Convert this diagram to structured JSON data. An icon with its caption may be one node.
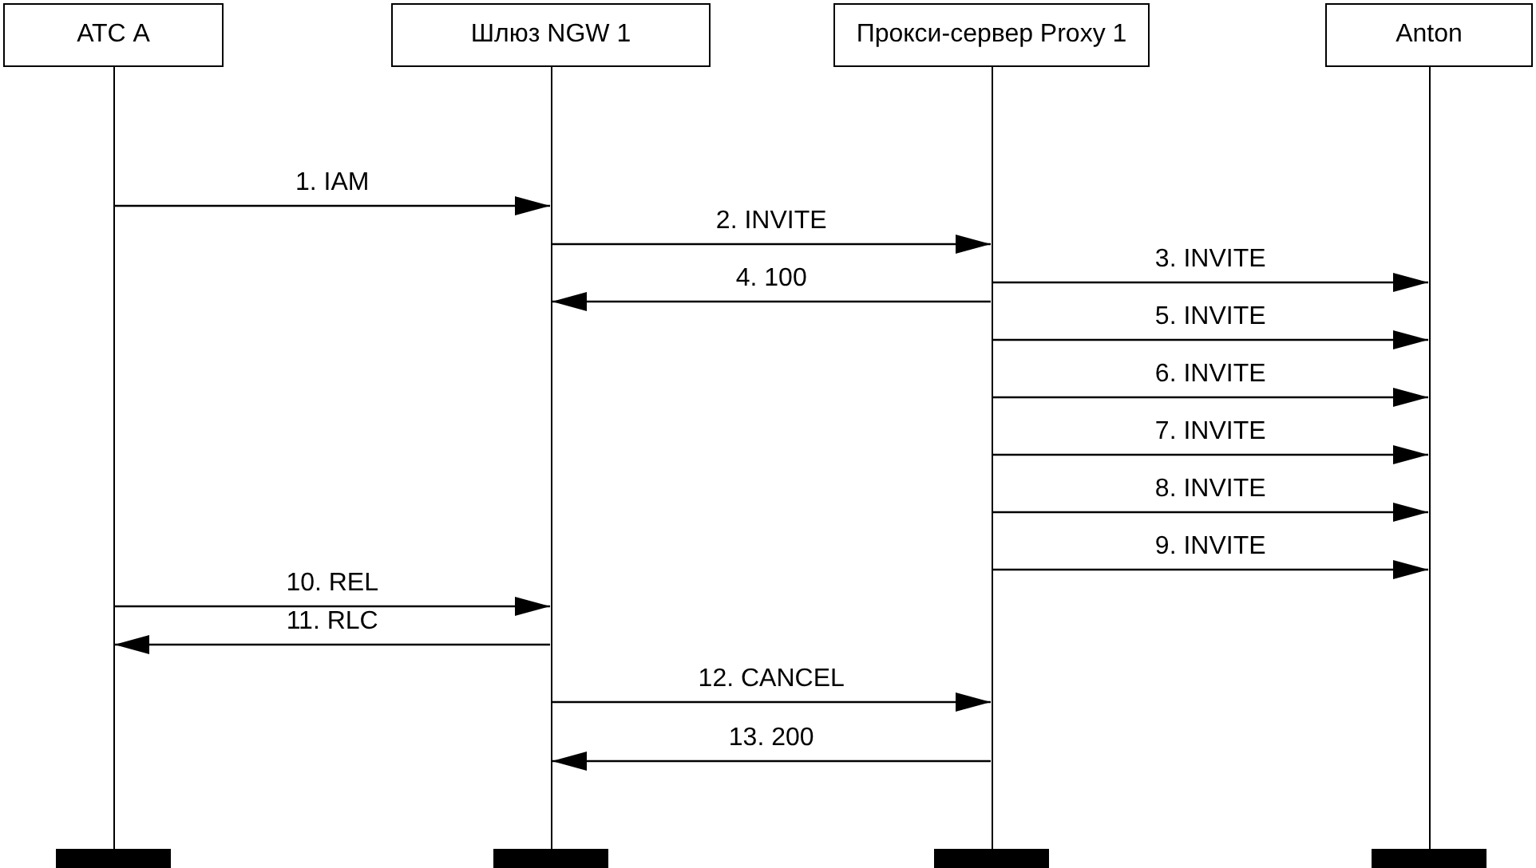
{
  "diagram": {
    "nodes": [
      {
        "text": [
          "АТС А"
        ]
      },
      {
        "text": [
          "Шлюз NGW 1"
        ]
      },
      {
        "text": [
          "Прокси-сервер Proxy 1"
        ]
      },
      {
        "text": [
          "Anton"
        ]
      },
      {
        "text": [],
        "shape": "line"
      },
      {
        "text": [],
        "shape": "line"
      },
      {
        "text": [],
        "shape": "line"
      },
      {
        "text": [],
        "shape": "line"
      },
      {
        "text": [],
        "shape": "bar"
      },
      {
        "text": [],
        "shape": "bar"
      },
      {
        "text": [],
        "shape": "bar"
      },
      {
        "text": [],
        "shape": "bar"
      }
    ],
    "edges": [
      {
        "from": 4,
        "to": 5,
        "arrow": "to",
        "label": "1. IAM"
      },
      {
        "from": 5,
        "to": 6,
        "arrow": "to",
        "label": "2. INVITE"
      },
      {
        "from": 6,
        "to": 7,
        "arrow": "to",
        "label": "3. INVITE"
      },
      {
        "from": 6,
        "to": 5,
        "arrow": "to",
        "label": "4. 100"
      },
      {
        "from": 6,
        "to": 7,
        "arrow": "to",
        "label": "5. INVITE"
      },
      {
        "from": 6,
        "to": 7,
        "arrow": "to",
        "label": "6. INVITE"
      },
      {
        "from": 6,
        "to": 7,
        "arrow": "to",
        "label": "7. INVITE"
      },
      {
        "from": 6,
        "to": 7,
        "arrow": "to",
        "label": "8. INVITE"
      },
      {
        "from": 6,
        "to": 7,
        "arrow": "to",
        "label": "9. INVITE"
      },
      {
        "from": 4,
        "to": 5,
        "arrow": "to",
        "label": "10. REL"
      },
      {
        "from": 5,
        "to": 4,
        "arrow": "to",
        "label": "11. RLC"
      },
      {
        "from": 5,
        "to": 6,
        "arrow": "to",
        "label": "12. CANCEL"
      },
      {
        "from": 6,
        "to": 5,
        "arrow": "to",
        "label": "13. 200"
      }
    ]
  }
}
